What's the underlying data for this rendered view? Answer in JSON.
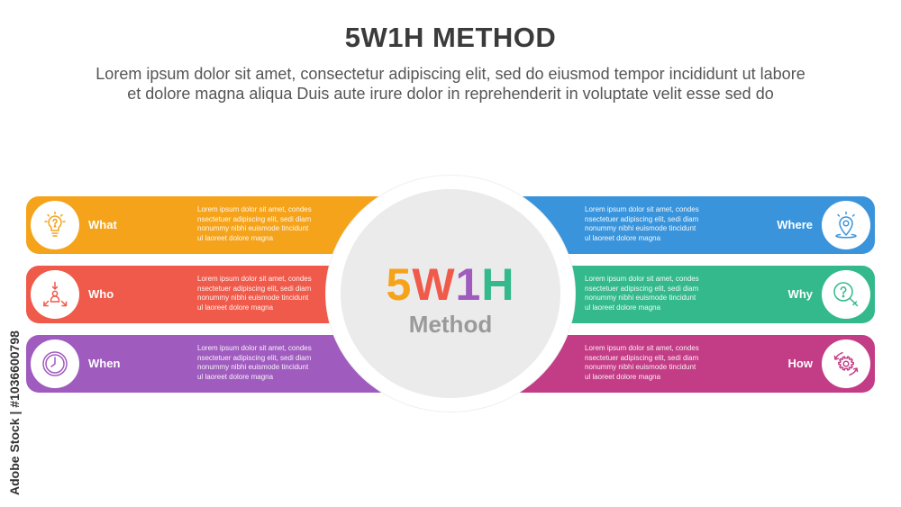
{
  "title": "5W1H METHOD",
  "subtitle_lines": [
    "Lorem ipsum dolor sit amet, consectetur adipiscing elit, sed do eiusmod tempor incididunt ut labore",
    "et dolore magna aliqua Duis aute irure dolor in reprehenderit in voluptate velit esse sed do"
  ],
  "center": {
    "letters": [
      {
        "char": "5",
        "color": "#f5a31a"
      },
      {
        "char": "W",
        "color": "#ef5a4a"
      },
      {
        "char": "1",
        "color": "#a05bbf"
      },
      {
        "char": "H",
        "color": "#34b98d"
      }
    ],
    "subtitle": "Method"
  },
  "items": [
    {
      "label": "What",
      "side": "left",
      "color": "#f5a31a",
      "icon": "lightbulb-question-icon",
      "desc": [
        "Lorem ipsum dolor sit amet, condes",
        "nsectetuer adipiscing elit, sedi diam",
        "nonummy nibhi euismode tincidunt",
        "ul laoreet dolore magna"
      ]
    },
    {
      "label": "Who",
      "side": "left",
      "color": "#ef5a4a",
      "icon": "person-arrows-icon",
      "desc": [
        "Lorem ipsum dolor sit amet, condes",
        "nsectetuer adipiscing elit, sedi diam",
        "nonummy nibhi euismode tincidunt",
        "ul laoreet dolore magna"
      ]
    },
    {
      "label": "When",
      "side": "left",
      "color": "#a05bbf",
      "icon": "clock-icon",
      "desc": [
        "Lorem ipsum dolor sit amet, condes",
        "nsectetuer adipiscing elit, sedi diam",
        "nonummy nibhi euismode tincidunt",
        "ul laoreet dolore magna"
      ]
    },
    {
      "label": "Where",
      "side": "right",
      "color": "#3a94db",
      "icon": "location-pin-icon",
      "desc": [
        "Lorem ipsum dolor sit amet, condes",
        "nsectetuer adipiscing elit, sedi diam",
        "nonummy nibhi euismode tincidunt",
        "ul laoreet dolore magna"
      ]
    },
    {
      "label": "Why",
      "side": "right",
      "color": "#34b98d",
      "icon": "magnifier-question-icon",
      "desc": [
        "Lorem ipsum dolor sit amet, condes",
        "nsectetuer adipiscing elit, sedi diam",
        "nonummy nibhi euismode tincidunt",
        "ul laoreet dolore magna"
      ]
    },
    {
      "label": "How",
      "side": "right",
      "color": "#c33c86",
      "icon": "gear-cycle-icon",
      "desc": [
        "Lorem ipsum dolor sit amet, condes",
        "nsectetuer adipiscing elit, sedi diam",
        "nonummy nibhi euismode tincidunt",
        "ul laoreet dolore magna"
      ]
    }
  ],
  "stock_tag": "Adobe Stock | #1036600798"
}
